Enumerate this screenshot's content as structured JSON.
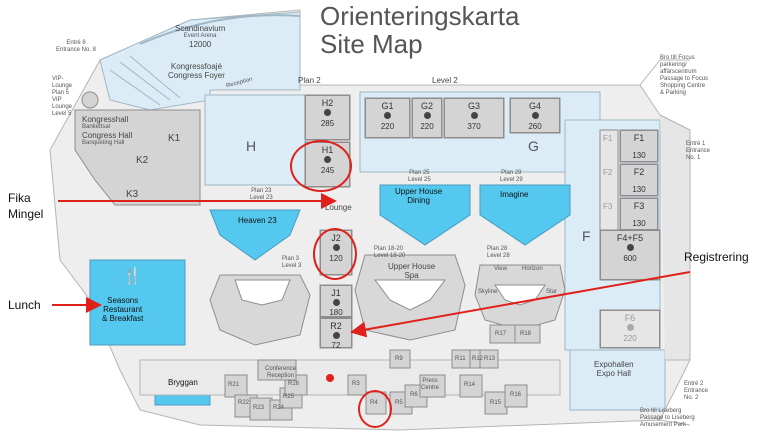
{
  "title": {
    "line1": "Orienteringskarta",
    "line2": "Site Map"
  },
  "colors": {
    "accent_blue": "#54c8ee",
    "light_blue": "#dcecf6",
    "room_gray": "#d4d4d4",
    "annotation_red": "#e0201b"
  },
  "annotations": {
    "fika": "Fika\nMingel",
    "lunch": "Lunch",
    "registrering": "Registrering"
  },
  "areas": {
    "scandinavium": {
      "name": "Scandinavium",
      "sub": "Event Arena",
      "num": "12000"
    },
    "kongress_foyer": {
      "line1": "Kongressfoajé",
      "line2": "Congress Foyer"
    },
    "kongresshall": {
      "l1": "Kongresshall",
      "l2": "Bankettsal",
      "l3": "Congress Hall",
      "l4": "Banqueting Hall"
    },
    "plan2": "Plan 2",
    "level2": "Level 2",
    "reception": "Reception",
    "lounge": "Lounge",
    "plan23": "Plan 23\nLevel 23",
    "heaven": "Heaven 23",
    "plan3": "Plan 3\nLevel 3",
    "upper_dining": {
      "plan": "Plan 25\nLevel 25",
      "name": "Upper House\nDining"
    },
    "imagine": {
      "plan": "Plan 29\nLevel 29",
      "name": "Imagine"
    },
    "upper_spa": {
      "plan": "Plan 18-20\nLevel 18-20",
      "name": "Upper House\nSpa"
    },
    "plan28": "Plan 28\nLevel 28",
    "view": "View",
    "horizon": "Horizon",
    "skyline": "Skyline",
    "star": "Star",
    "seasons": "Seasons\nRestaurant\n& Breakfast",
    "bryggan": "Bryggan",
    "conference_reception": "Conference\nReception",
    "press_centre": "Press\nCentre",
    "expohallen": "Expohallen\nExpo Hall",
    "entre8": "Entré 8\nEntrance No. 8",
    "vip": "VIP-\nLounge\nPlan 5\nVIP\nLounge\nLevel 5",
    "bro_focus": "Bro till Focus\nparkering/\naffärscentrum\nPassage to Focus\nShopping Centre\n& Parking",
    "entre1": "Entré 1\nEntrance\nNo. 1",
    "entre2": "Entré 2\nEntrance\nNo. 2",
    "bro_liseberg": "Bro till Liseberg\nPassage to Liseberg\nAmusement Park"
  },
  "halls": {
    "H": "H",
    "G": "G",
    "F": "F",
    "K1": "K1",
    "K2": "K2",
    "K3": "K3"
  },
  "rooms": [
    {
      "id": "H2",
      "cap": "285"
    },
    {
      "id": "H1",
      "cap": "245"
    },
    {
      "id": "G1",
      "cap": "220"
    },
    {
      "id": "G2",
      "cap": "220"
    },
    {
      "id": "G3",
      "cap": "370"
    },
    {
      "id": "G4",
      "cap": "260"
    },
    {
      "id": "J2",
      "cap": "120"
    },
    {
      "id": "J1",
      "cap": "180"
    },
    {
      "id": "R2",
      "cap": "72"
    },
    {
      "id": "F1",
      "cap": "130"
    },
    {
      "id": "F2",
      "cap": "130"
    },
    {
      "id": "F3",
      "cap": "130"
    },
    {
      "id": "F4+F5",
      "cap": "600"
    },
    {
      "id": "F6",
      "cap": "220"
    }
  ],
  "small_rooms": {
    "R17": "R17",
    "R18": "R18",
    "R9": "R9",
    "R11": "R11",
    "R12": "R12",
    "R13": "R13",
    "R14": "R14",
    "R15": "R15",
    "R16": "R16",
    "R3": "R3",
    "R4": "R4",
    "R5": "R5",
    "R6": "R6",
    "R21": "R21",
    "R22": "R22",
    "R23": "R23",
    "R24": "R24",
    "R25": "R25",
    "R26": "R26",
    "F1g": "F1",
    "F2g": "F2",
    "F3g": "F3"
  }
}
